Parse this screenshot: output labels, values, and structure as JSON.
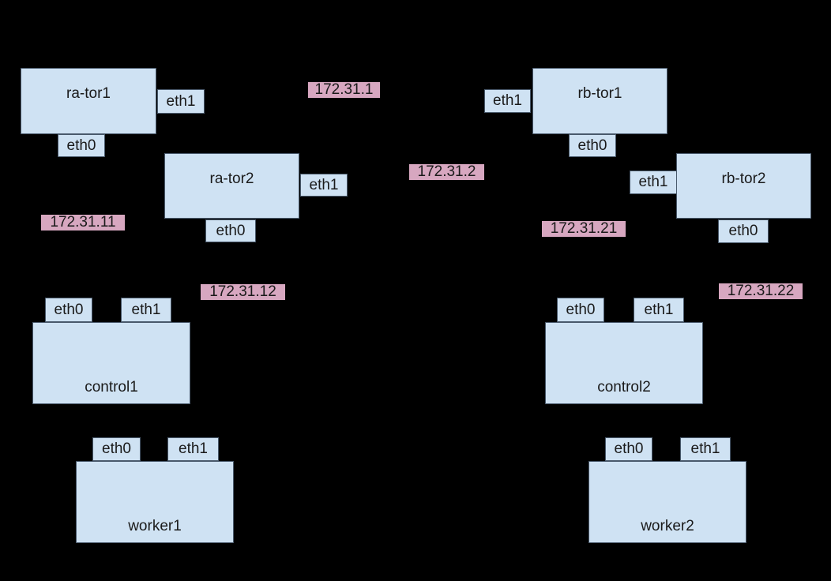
{
  "diagram": {
    "type": "network-topology",
    "colors": {
      "background": "#000000",
      "node_fill": "#cfe2f3",
      "node_border": "#49596b",
      "ip_label_fill": "#d7a7c0",
      "text": "#1a1a1a"
    }
  },
  "nodes": [
    {
      "id": "ra-tor1",
      "label": "ra-tor1",
      "ports": {
        "eth0": "eth0",
        "eth1": "eth1"
      }
    },
    {
      "id": "ra-tor2",
      "label": "ra-tor2",
      "ports": {
        "eth0": "eth0",
        "eth1": "eth1"
      }
    },
    {
      "id": "rb-tor1",
      "label": "rb-tor1",
      "ports": {
        "eth0": "eth0",
        "eth1": "eth1"
      }
    },
    {
      "id": "rb-tor2",
      "label": "rb-tor2",
      "ports": {
        "eth0": "eth0",
        "eth1": "eth1"
      }
    },
    {
      "id": "control1",
      "label": "control1",
      "ports": {
        "eth0": "eth0",
        "eth1": "eth1"
      }
    },
    {
      "id": "control2",
      "label": "control2",
      "ports": {
        "eth0": "eth0",
        "eth1": "eth1"
      }
    },
    {
      "id": "worker1",
      "label": "worker1",
      "ports": {
        "eth0": "eth0",
        "eth1": "eth1"
      }
    },
    {
      "id": "worker2",
      "label": "worker2",
      "ports": {
        "eth0": "eth0",
        "eth1": "eth1"
      }
    }
  ],
  "ip_labels": [
    {
      "text": "172.31.1"
    },
    {
      "text": "172.31.2"
    },
    {
      "text": "172.31.11"
    },
    {
      "text": "172.31.12"
    },
    {
      "text": "172.31.21"
    },
    {
      "text": "172.31.22"
    }
  ]
}
